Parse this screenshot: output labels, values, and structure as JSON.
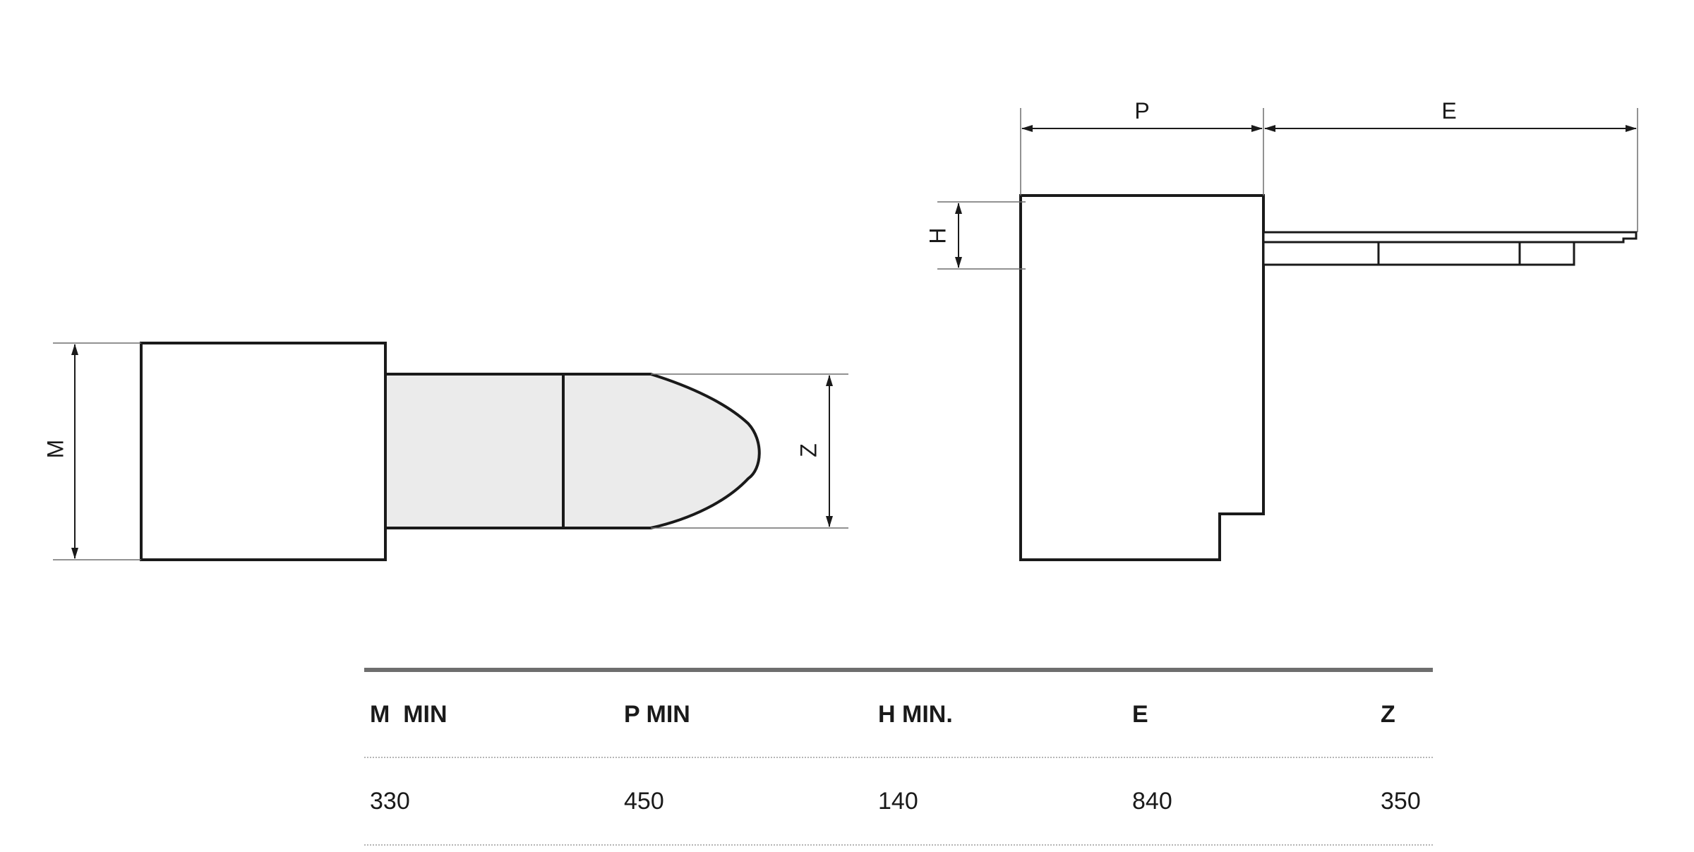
{
  "top_view": {
    "dimension_labels": {
      "m": "M",
      "z": "Z"
    }
  },
  "side_view": {
    "dimension_labels": {
      "p": "P",
      "e": "E",
      "h": "H"
    }
  },
  "spec_table": {
    "headers": [
      "M  MIN",
      "P MIN",
      "H MIN.",
      "E",
      "Z"
    ],
    "rows": [
      [
        "330",
        "450",
        "140",
        "840",
        "350"
      ]
    ]
  }
}
